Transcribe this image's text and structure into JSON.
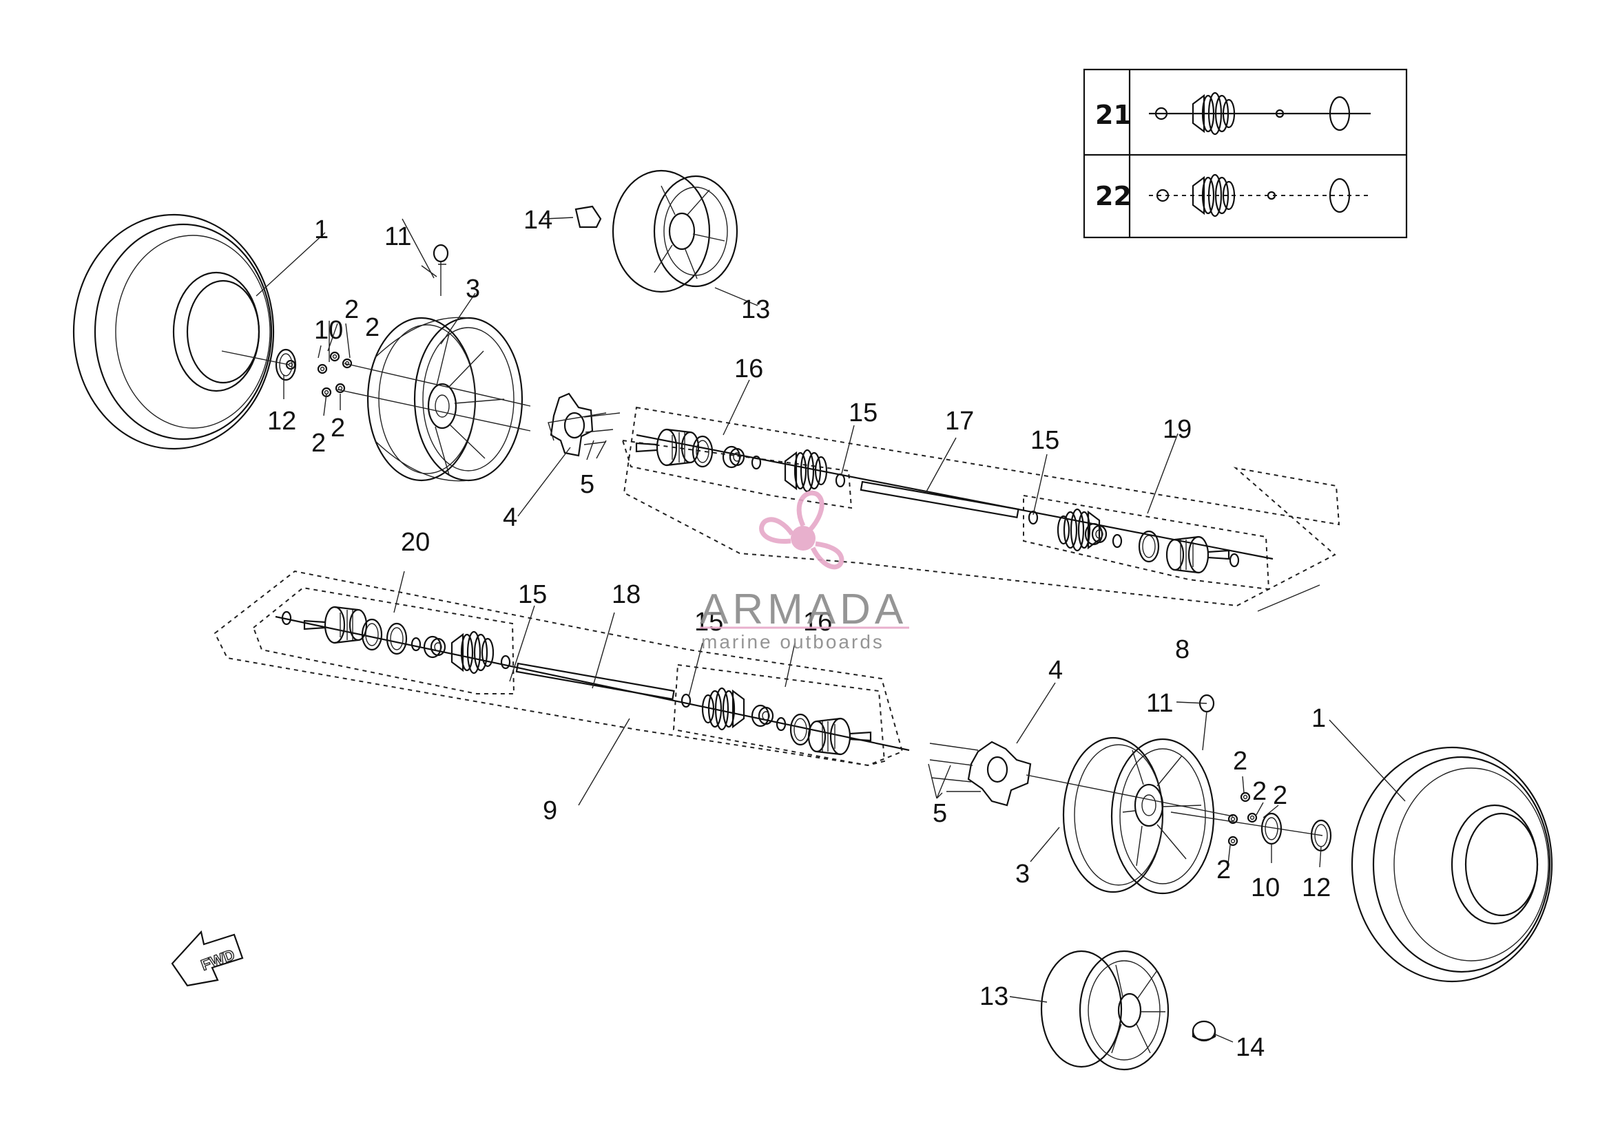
{
  "callouts": {
    "c1a": "1",
    "c1b": "1",
    "c2a": "2",
    "c2b": "2",
    "c2c": "2",
    "c2d": "2",
    "c2e": "2",
    "c2f": "2",
    "c2g": "2",
    "c2h": "2",
    "c3a": "3",
    "c3b": "3",
    "c4a": "4",
    "c4b": "4",
    "c5a": "5",
    "c5b": "5",
    "c8": "8",
    "c9": "9",
    "c10a": "10",
    "c10b": "10",
    "c11a": "11",
    "c11b": "11",
    "c12a": "12",
    "c12b": "12",
    "c13a": "13",
    "c13b": "13",
    "c14a": "14",
    "c14b": "14",
    "c15a": "15",
    "c15b": "15",
    "c15c": "15",
    "c15d": "15",
    "c16a": "16",
    "c16b": "16",
    "c17": "17",
    "c18": "18",
    "c19": "19",
    "c20": "20"
  },
  "key_table": {
    "row1": "21",
    "row2": "22"
  },
  "direction_arrow": "FWD",
  "watermark": {
    "brand": "ARMADA",
    "tagline": "marine outboards",
    "logo_color": "#e6a8c8"
  }
}
